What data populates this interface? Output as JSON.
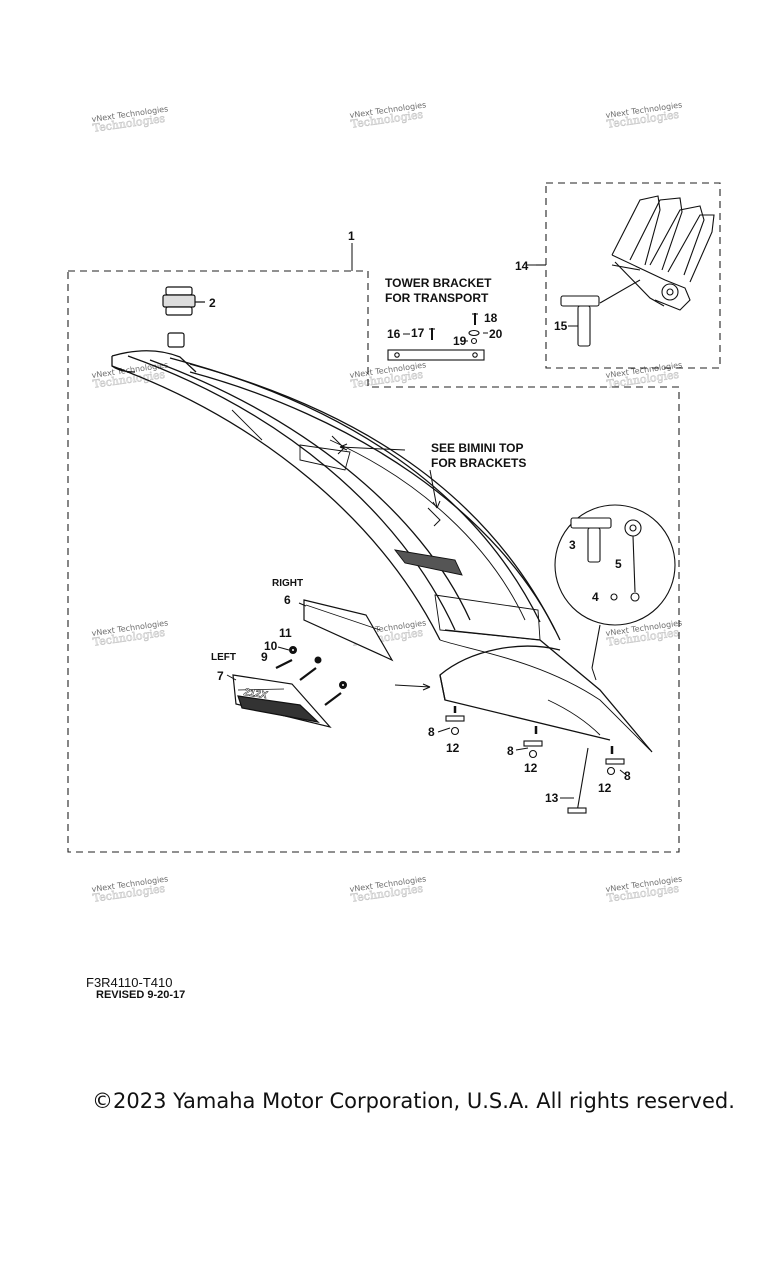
{
  "watermark": "vNext Technologies",
  "labels": {
    "c1": "1",
    "c2": "2",
    "c3": "3",
    "c4": "4",
    "c5": "5",
    "c6": "6",
    "c7": "7",
    "c8a": "8",
    "c8b": "8",
    "c8c": "8",
    "c9": "9",
    "c10": "10",
    "c11": "11",
    "c12a": "12",
    "c12b": "12",
    "c12c": "12",
    "c13": "13",
    "c14": "14",
    "c15": "15",
    "c16": "16",
    "c17": "17",
    "c18": "18",
    "c19": "19",
    "c20": "20"
  },
  "notes": {
    "tower_bracket_1": "TOWER BRACKET",
    "tower_bracket_2": "FOR TRANSPORT",
    "bimini_1": "SEE BIMINI TOP",
    "bimini_2": "FOR BRACKETS",
    "right": "RIGHT",
    "left": "LEFT",
    "logo": "212X"
  },
  "footer": {
    "part_code": "F3R4110-T410",
    "revised": "REVISED 9-20-17",
    "copyright": "©2023 Yamaha Motor Corporation, U.S.A. All rights reserved."
  }
}
